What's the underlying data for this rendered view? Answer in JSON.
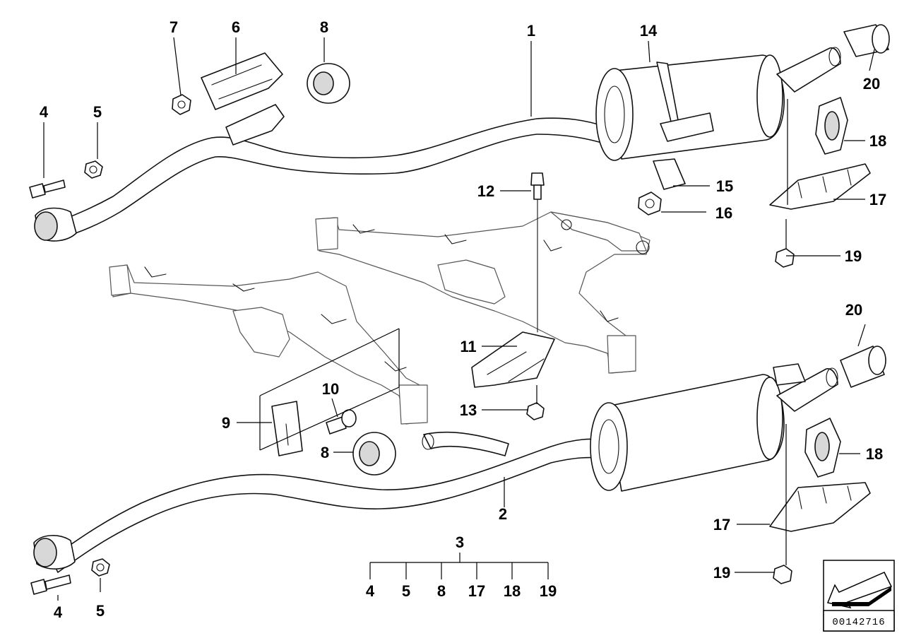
{
  "diagram": {
    "catalog_number": "00142716",
    "callouts": {
      "c1": "1",
      "c2": "2",
      "c3": "3",
      "c4a": "4",
      "c4b": "4",
      "c4c": "4",
      "c5a": "5",
      "c5b": "5",
      "c5c": "5",
      "c6": "6",
      "c7": "7",
      "c8a": "8",
      "c8b": "8",
      "c8c": "8",
      "c9": "9",
      "c10": "10",
      "c11": "11",
      "c12": "12",
      "c13": "13",
      "c14": "14",
      "c15": "15",
      "c16": "16",
      "c17a": "17",
      "c17b": "17",
      "c17c": "17",
      "c18a": "18",
      "c18b": "18",
      "c18c": "18",
      "c19a": "19",
      "c19b": "19",
      "c19c": "19",
      "c20a": "20",
      "c20b": "20"
    }
  }
}
